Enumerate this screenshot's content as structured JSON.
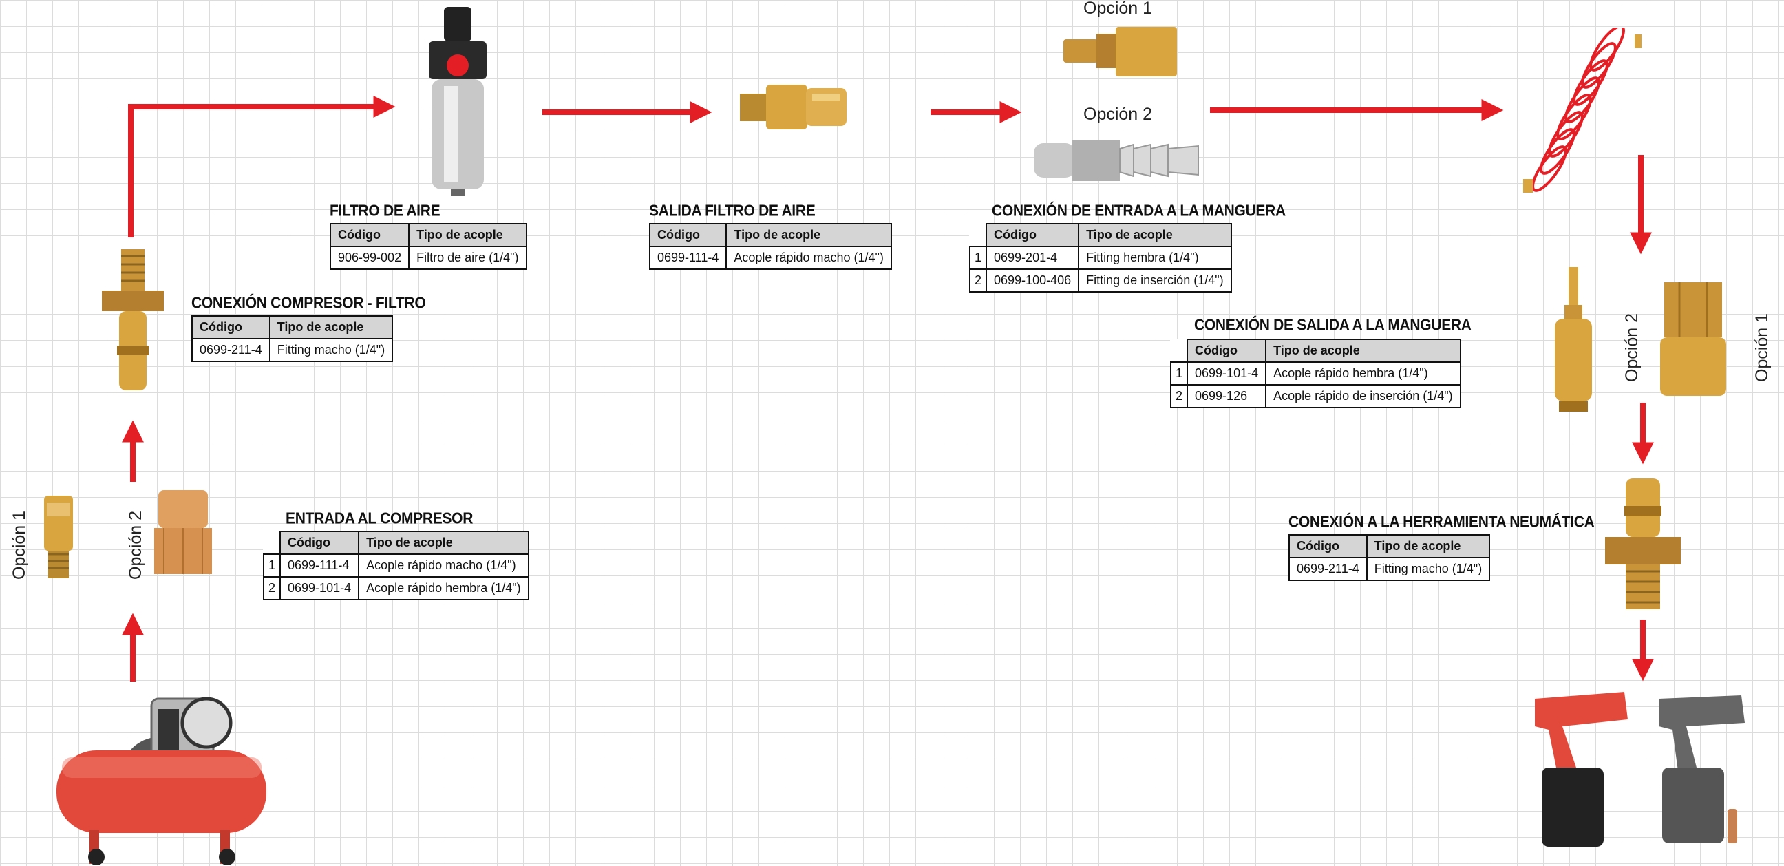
{
  "colors": {
    "arrow": "#e31e24",
    "brass": "#d8a53f",
    "brass_dark": "#a0701f",
    "grid": "#dcdcdc",
    "header": "#d5d5d5"
  },
  "labels": {
    "outlet_opt1": "Opción 1",
    "outlet_opt2": "Opción 2",
    "hose_out_opt2": "Opción 2",
    "hose_out_opt1": "Opción 1",
    "comp_opt1": "Opción 1",
    "comp_opt2": "Opción 2"
  },
  "headers": {
    "code": "Código",
    "type": "Tipo de acople"
  },
  "filtro": {
    "title": "FILTRO DE AIRE",
    "rows": [
      {
        "code": "906-99-002",
        "type": "Filtro de aire (1/4\")"
      }
    ]
  },
  "salida_filtro": {
    "title": "SALIDA FILTRO DE AIRE",
    "rows": [
      {
        "code": "0699-111-4",
        "type": "Acople rápido macho (1/4\")"
      }
    ]
  },
  "entrada_manguera": {
    "title": "CONEXIÓN DE ENTRADA A LA MANGUERA",
    "rows": [
      {
        "n": "1",
        "code": "0699-201-4",
        "type": "Fitting hembra (1/4\")"
      },
      {
        "n": "2",
        "code": "0699-100-406",
        "type": "Fitting de inserción (1/4\")"
      }
    ]
  },
  "compresor_filtro": {
    "title": "CONEXIÓN COMPRESOR - FILTRO",
    "rows": [
      {
        "code": "0699-211-4",
        "type": "Fitting macho (1/4\")"
      }
    ]
  },
  "salida_manguera": {
    "title": "CONEXIÓN DE SALIDA A LA MANGUERA",
    "rows": [
      {
        "n": "1",
        "code": "0699-101-4",
        "type": "Acople rápido hembra (1/4\")"
      },
      {
        "n": "2",
        "code": "0699-126",
        "type": "Acople rápido de inserción (1/4\")"
      }
    ]
  },
  "entrada_compresor": {
    "title": "ENTRADA AL COMPRESOR",
    "rows": [
      {
        "n": "1",
        "code": "0699-111-4",
        "type": "Acople rápido macho (1/4\")"
      },
      {
        "n": "2",
        "code": "0699-101-4",
        "type": "Acople rápido hembra (1/4\")"
      }
    ]
  },
  "herramienta": {
    "title": "CONEXIÓN A LA HERRAMIENTA NEUMÁTICA",
    "rows": [
      {
        "code": "0699-211-4",
        "type": "Fitting macho (1/4\")"
      }
    ]
  }
}
